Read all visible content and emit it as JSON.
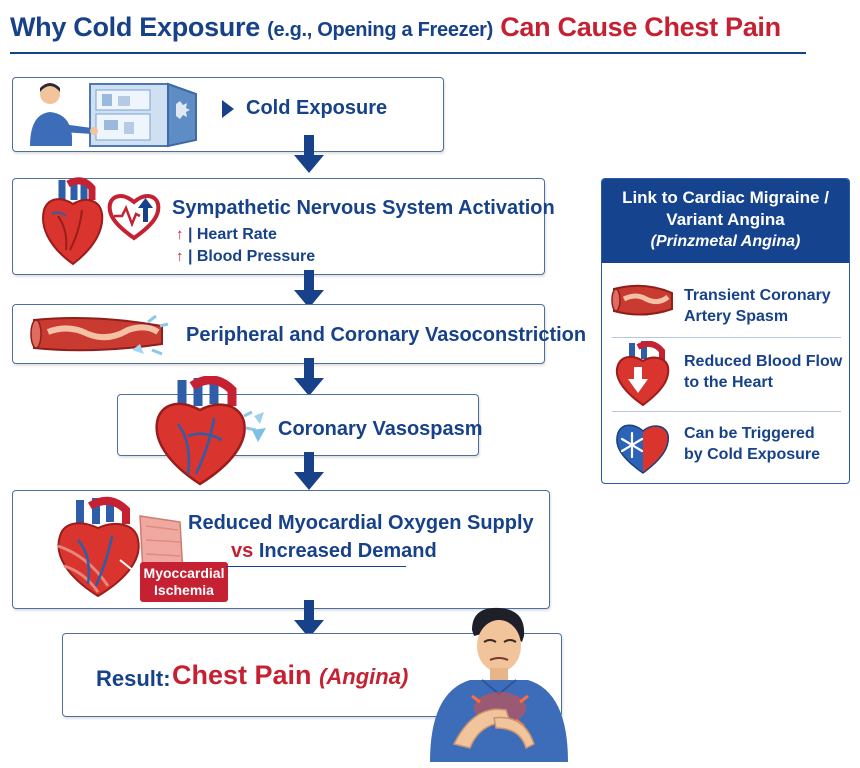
{
  "title": {
    "main": "Why Cold Exposure",
    "paren": "(e.g., Opening a Freezer)",
    "red": "Can Cause Chest Pain"
  },
  "stages": {
    "cold": "Cold Exposure",
    "sympathetic": {
      "title": "Sympathetic Nervous System Activation",
      "bullet1_arrow": "↑",
      "bullet1": "| Heart Rate",
      "bullet2_arrow": "↑",
      "bullet2": "| Blood Pressure"
    },
    "vasoconstriction": "Peripheral and Coronary Vasoconstriction",
    "vasospasm": "Coronary Vasospasm",
    "supply": {
      "line1": "Reduced Myocardial Oxygen Supply",
      "vs": "vs",
      "line2": "Increased Demand",
      "tag_line1": "Myoccardial",
      "tag_line2": "Ischemia"
    },
    "result": {
      "label": "Result:",
      "main": "Chest Pain",
      "paren": "(Angina)"
    }
  },
  "sidebar": {
    "heading_line1": "Link to Cardiac Migraine /",
    "heading_line2": "Variant Angina",
    "heading_sub": "(Prinzmetal Angina)",
    "items": [
      {
        "line1": "Transient Coronary",
        "line2": "Artery Spasm",
        "icon": "artery-icon"
      },
      {
        "line1": "Reduced Blood Flow",
        "line2": "to the Heart",
        "icon": "heart-down-arrow-icon"
      },
      {
        "line1": "Can be Triggered",
        "line2": "by Cold Exposure",
        "icon": "snowflake-heart-icon"
      }
    ]
  },
  "colors": {
    "navy": "#17428a",
    "red": "#c62033",
    "header_blue": "#16438e",
    "border": "#4d6f9e"
  }
}
